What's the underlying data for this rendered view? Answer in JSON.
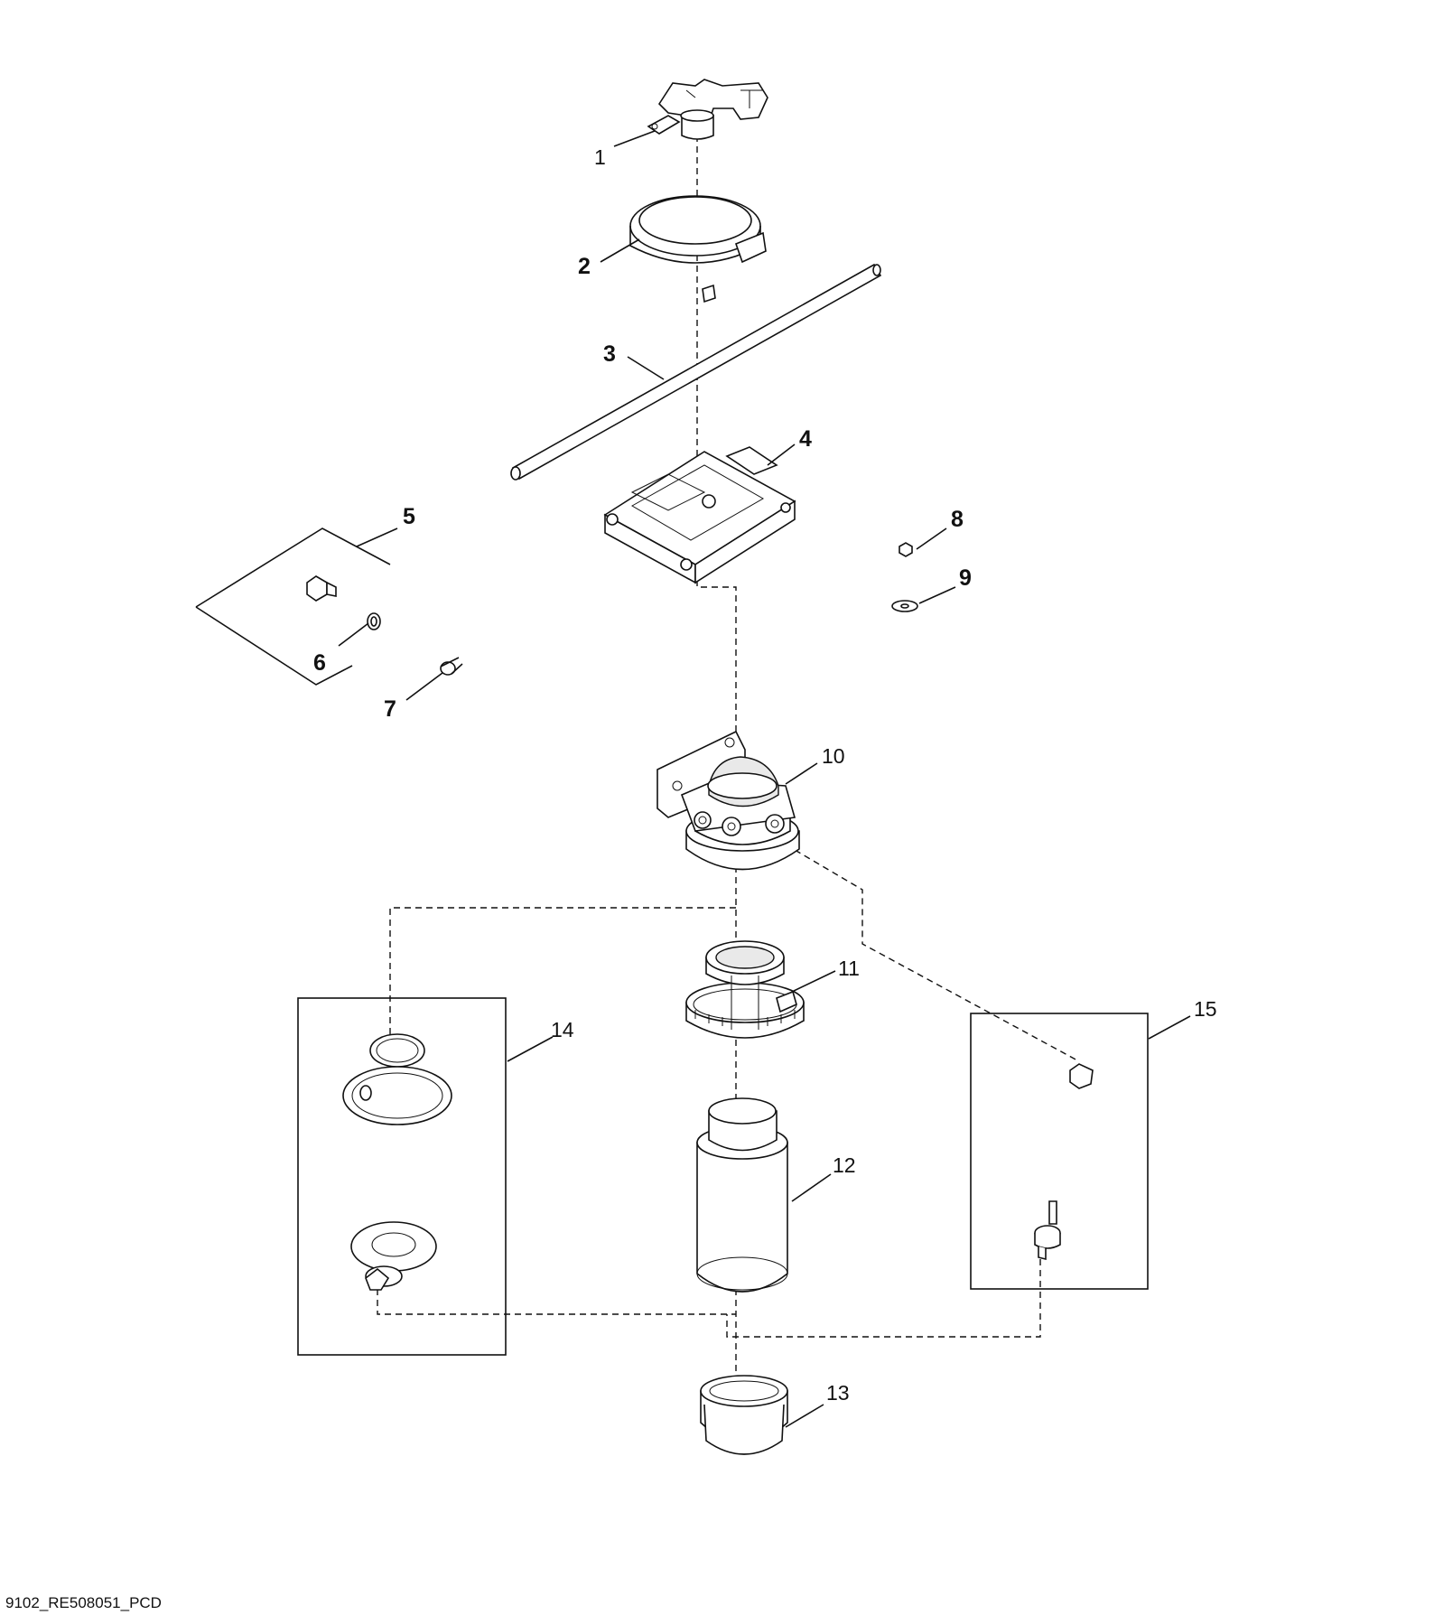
{
  "diagram": {
    "callouts": [
      {
        "id": "1",
        "label": "1"
      },
      {
        "id": "2",
        "label": "2"
      },
      {
        "id": "3",
        "label": "3"
      },
      {
        "id": "4",
        "label": "4"
      },
      {
        "id": "5",
        "label": "5"
      },
      {
        "id": "6",
        "label": "6"
      },
      {
        "id": "7",
        "label": "7"
      },
      {
        "id": "8",
        "label": "8"
      },
      {
        "id": "9",
        "label": "9"
      },
      {
        "id": "10",
        "label": "10"
      },
      {
        "id": "11",
        "label": "11"
      },
      {
        "id": "12",
        "label": "12"
      },
      {
        "id": "13",
        "label": "13"
      },
      {
        "id": "14",
        "label": "14"
      },
      {
        "id": "15",
        "label": "15"
      }
    ],
    "caption": "9102_RE508051_PCD"
  }
}
